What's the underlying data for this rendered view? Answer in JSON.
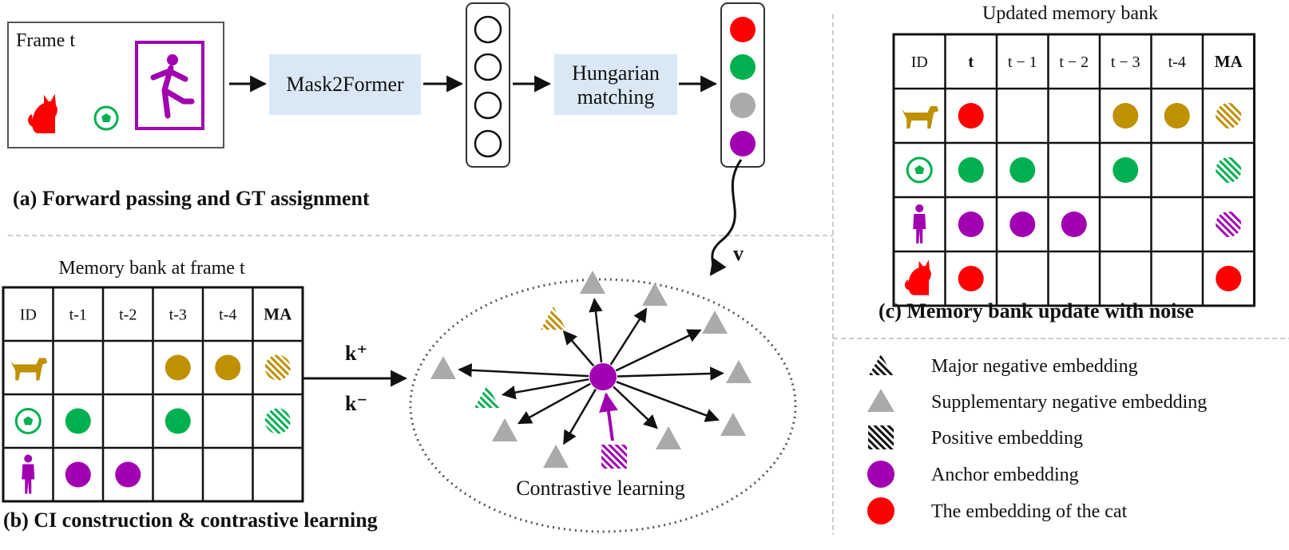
{
  "colors": {
    "red": "#ff0000",
    "green": "#00b050",
    "gold": "#bf9000",
    "purple": "#a000b0",
    "gray": "#aaaaaa",
    "block_fill": "#dae8f5"
  },
  "icons": {
    "cat": "cat-icon",
    "dog": "dog-icon",
    "ball": "soccer-ball-icon",
    "person": "person-icon",
    "runner": "running-person-icon"
  },
  "panel_a": {
    "frame_label": "Frame t",
    "block1": "Mask2Former",
    "block2_line1": "Hungarian",
    "block2_line2": "matching",
    "caption": "(a) Forward passing and GT assignment",
    "v_label": "v"
  },
  "panel_b": {
    "title": "Memory bank at frame t",
    "headers": [
      "ID",
      "t-1",
      "t-2",
      "t-3",
      "t-4",
      "MA"
    ],
    "rows": [
      {
        "icon": "dog",
        "cells": [
          "",
          "",
          "gold",
          "gold",
          "gold-hatch"
        ]
      },
      {
        "icon": "ball",
        "cells": [
          "green",
          "",
          "green",
          "",
          "green-hatch"
        ]
      },
      {
        "icon": "person",
        "cells": [
          "purple",
          "purple",
          "",
          "",
          ""
        ]
      }
    ],
    "k_plus": "k⁺",
    "k_minus": "k⁻",
    "contrastive_label": "Contrastive learning",
    "caption": "(b) CI construction & contrastive learning"
  },
  "panel_c": {
    "title": "Updated memory bank",
    "headers": [
      "ID",
      "t",
      "t − 1",
      "t − 2",
      "t − 3",
      "t-4",
      "MA"
    ],
    "rows": [
      {
        "icon": "dog",
        "cells": [
          "red",
          "",
          "",
          "gold",
          "gold",
          "gold-hatch"
        ]
      },
      {
        "icon": "ball",
        "cells": [
          "green",
          "green",
          "",
          "green",
          "",
          "green-hatch"
        ]
      },
      {
        "icon": "person",
        "cells": [
          "purple",
          "purple",
          "purple",
          "",
          "",
          "purple-hatch"
        ]
      },
      {
        "icon": "cat",
        "cells": [
          "red",
          "",
          "",
          "",
          "",
          "red"
        ]
      }
    ],
    "caption": "(c) Memory bank update with noise"
  },
  "legend": [
    {
      "shape": "hatched-triangle",
      "label": "Major negative embedding"
    },
    {
      "shape": "gray-triangle",
      "label": "Supplementary negative embedding"
    },
    {
      "shape": "hatched-square",
      "label": "Positive embedding"
    },
    {
      "shape": "purple-circle",
      "label": "Anchor embedding"
    },
    {
      "shape": "red-circle",
      "label": "The embedding of the cat"
    }
  ]
}
